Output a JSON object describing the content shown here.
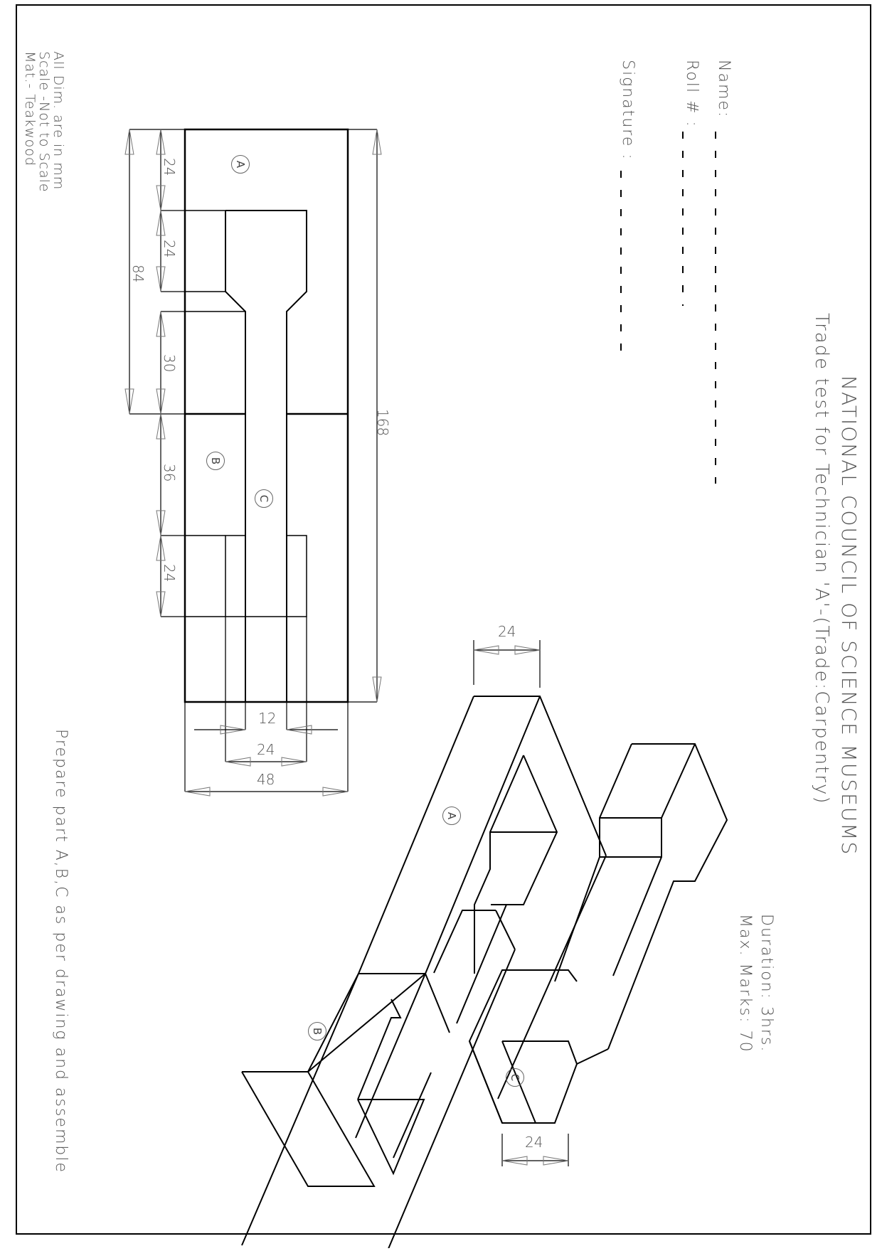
{
  "header": {
    "organization": "NATIONAL COUNCIL OF SCIENCE MUSEUMS",
    "subtitle": "Trade test for Technician 'A'-(Trade:Carpentry)"
  },
  "exam_info": {
    "duration": "Duration: 3hrs.",
    "max_marks": "Max. Marks: 70"
  },
  "candidate_fields": {
    "name_label": "Name:",
    "roll_label": "Roll # :",
    "signature_label": "Signature :"
  },
  "notes": {
    "line1": "All Dim. are in mm",
    "line2": "Scale -Not to Scale",
    "line3": "Mat.- Teakwood"
  },
  "instruction": "Prepare part A,B,C as per drawing and assemble",
  "part_labels": {
    "a": "A",
    "b": "B",
    "c": "C"
  },
  "orthographic_view": {
    "dimensions": {
      "overall_length": "168",
      "total_84": "84",
      "seg1": "24",
      "seg2": "24",
      "seg3": "30",
      "seg4": "36",
      "seg5": "24",
      "width_inner": "12",
      "width_mid": "24",
      "width_overall": "48"
    }
  },
  "isometric_view": {
    "dimensions": {
      "top_width": "24",
      "bottom_width": "24"
    }
  },
  "colors": {
    "line": "#000000",
    "text": "#555555",
    "dim": "#777777"
  }
}
